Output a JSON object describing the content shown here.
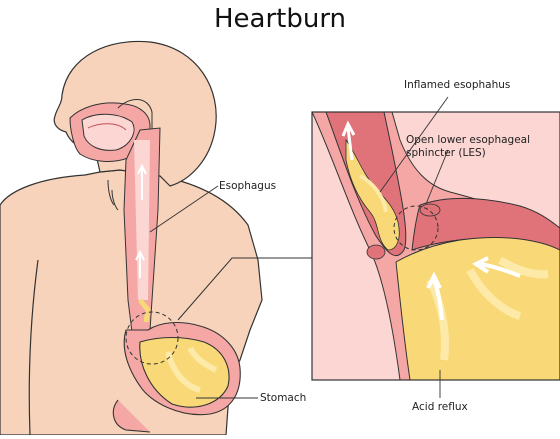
{
  "title": "Heartburn",
  "labels": {
    "esophagus": "Esophagus",
    "stomach": "Stomach",
    "inflamed": "Inflamed esophahus",
    "les_line1": "Open lower esophageal",
    "les_line2": "sphincter (LES)",
    "acid": "Acid reflux"
  },
  "colors": {
    "skin": "#f7d3bb",
    "skin_outline": "#333333",
    "tissue_pink": "#f4a7a4",
    "deep_pink": "#e0737a",
    "esophagus_light": "#fbd6d2",
    "acid_yellow": "#f9d977",
    "acid_light": "#fde9a8",
    "arrow": "#ffffff"
  }
}
